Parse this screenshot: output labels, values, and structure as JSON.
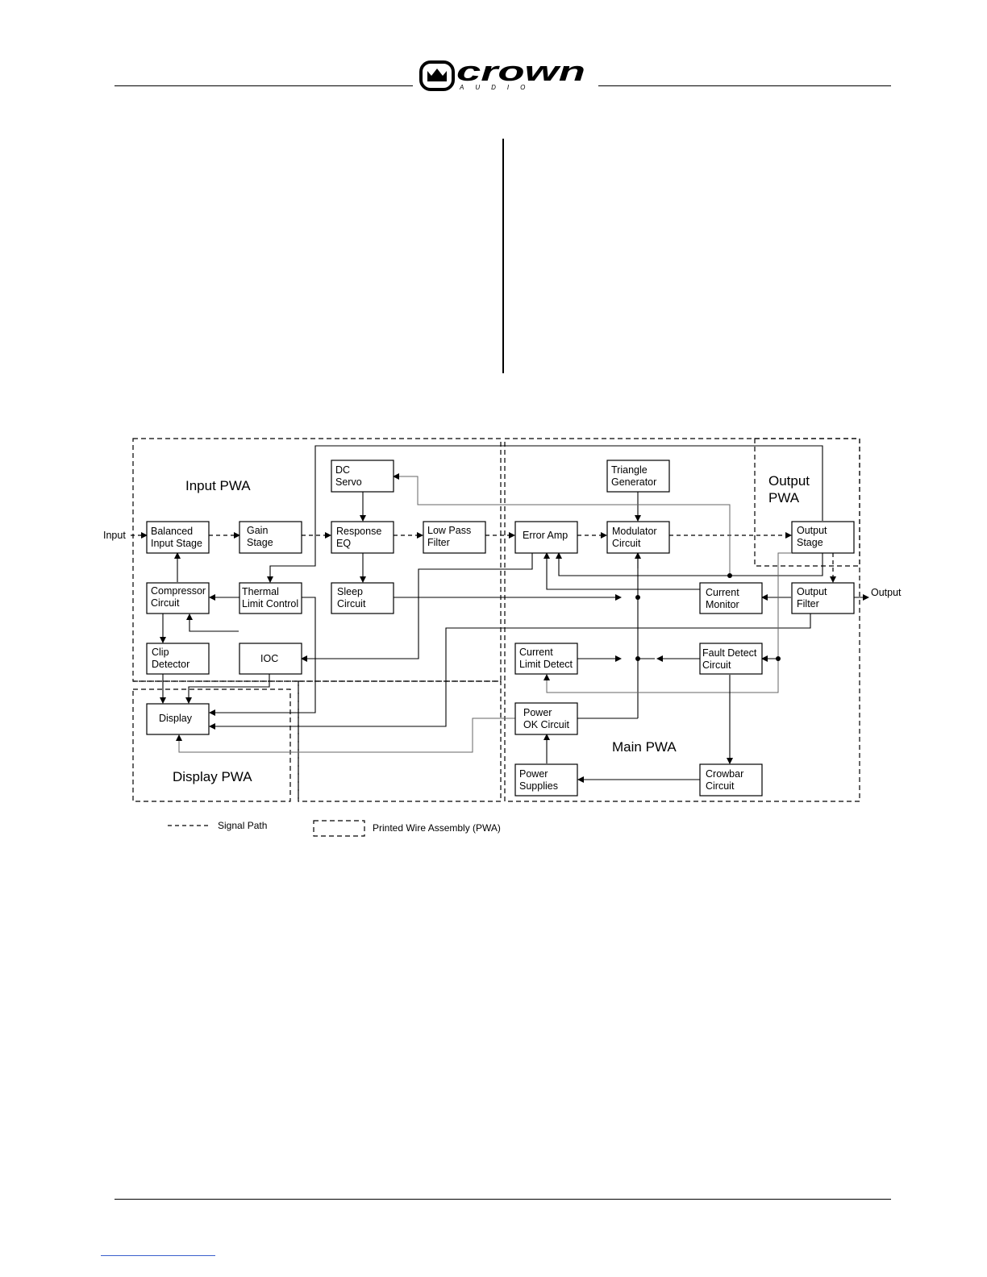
{
  "header": {
    "logo_text": "crown",
    "logo_subtext": "A U D I O"
  },
  "diagram": {
    "regions": {
      "input_pwa": "Input PWA",
      "output_pwa_line1": "Output",
      "output_pwa_line2": "PWA",
      "display_pwa": "Display PWA",
      "main_pwa": "Main PWA"
    },
    "io": {
      "input": "Input",
      "output": "Output"
    },
    "blocks": {
      "balanced_input": [
        "Balanced",
        "Input Stage"
      ],
      "gain": [
        "Gain",
        "Stage"
      ],
      "response_eq": [
        "Response",
        "EQ"
      ],
      "low_pass": [
        "Low Pass",
        "Filter"
      ],
      "dc_servo": [
        "DC",
        "Servo"
      ],
      "error_amp": [
        "Error Amp"
      ],
      "triangle": [
        "Triangle",
        "Generator"
      ],
      "modulator": [
        "Modulator",
        "Circuit"
      ],
      "output_stage": [
        "Output",
        "Stage"
      ],
      "compressor": [
        "Compressor",
        "Circuit"
      ],
      "thermal": [
        "Thermal",
        "Limit Control"
      ],
      "sleep": [
        "Sleep",
        "Circuit"
      ],
      "current_monitor": [
        "Current",
        "Monitor"
      ],
      "output_filter": [
        "Output",
        "Filter"
      ],
      "clip_detector": [
        "Clip",
        "Detector"
      ],
      "ioc": [
        "IOC"
      ],
      "current_limit": [
        "Current",
        "Limit Detect"
      ],
      "fault_detect": [
        "Fault Detect",
        "Circuit"
      ],
      "display": [
        "Display"
      ],
      "power_ok": [
        "Power",
        "OK Circuit"
      ],
      "power_supplies": [
        "Power",
        "Supplies"
      ],
      "crowbar": [
        "Crowbar",
        "Circuit"
      ]
    },
    "legend": {
      "signal_path": "Signal Path",
      "pwa": "Printed Wire Assembly (PWA)"
    }
  }
}
